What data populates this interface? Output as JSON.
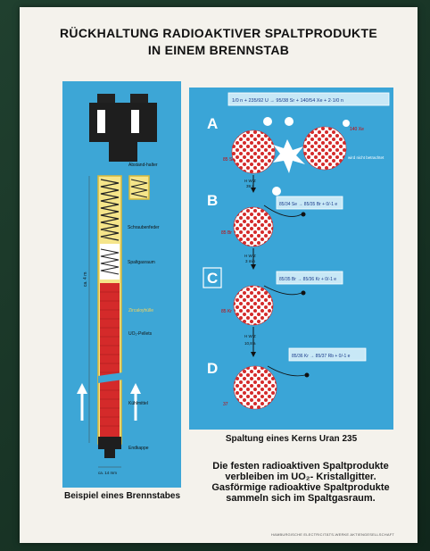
{
  "title": {
    "line1": "RÜCKHALTUNG RADIOAKTIVER SPALTPRODUKTE",
    "line2": "IN EINEM BRENNSTAB"
  },
  "rod": {
    "labels": {
      "spacer": "Abstand-halter",
      "spring": "Schraubenfeder",
      "gas": "Spaltgasraum",
      "cladding": "Zircaloyhülle",
      "pellets": "UO₂-Pellets",
      "coolant": "Kühlmittel",
      "endcap": "Endkappe",
      "length": "ca. 4 m",
      "diameter": "ca. 14 mm"
    },
    "caption": "Beispiel eines Brennstabes"
  },
  "fission": {
    "steps": [
      "A",
      "B",
      "C",
      "D"
    ],
    "eq_top": "1/0 n + 235/92 U → 95/38 Sr + 140/54 Xe + 2·1/0 n",
    "step_a": {
      "nucleus": "85 Se",
      "product": "140 Xe",
      "note": "wird nicht betrachtet"
    },
    "step_b": {
      "nucleus": "85 Br",
      "halflife": "39 s",
      "eq": "85/34 Se → 85/35 Br + 0/-1 e"
    },
    "step_c": {
      "nucleus": "85 Kr",
      "halflife": "3 min",
      "eq": "85/35 Br → 85/36 Kr + 0/-1 e"
    },
    "step_d": {
      "nucleus": "37",
      "halflife": "10,8 a",
      "eq": "85/36 Kr → 85/37 Rb + 0/-1 e"
    },
    "hwz": "H W Z",
    "caption": "Spaltung eines Kerns Uran 235"
  },
  "bottom_text": {
    "line1": "Die festen radioaktiven Spaltprodukte",
    "line2": "verbleiben im UO₂- Kristallgitter.",
    "line3": "Gasförmige radioaktive Spaltprodukte",
    "line4": "sammeln sich im Spaltgasraum."
  },
  "footer": "HAMBURGISCHE ELECTRICITÄTS-WERKE AKTIENGESELLSCHAFT",
  "colors": {
    "panel": "#3aa5d7",
    "red": "#d42a2a",
    "yellow": "#f2d04a",
    "white": "#ffffff"
  }
}
